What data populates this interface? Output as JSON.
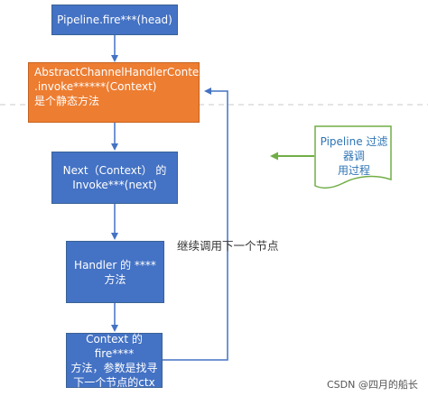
{
  "nodes": {
    "start": {
      "text": "Pipeline.fire***(head)"
    },
    "context": {
      "text": "AbstractChannelHandlerContext\n.invoke******(Context)\n是个静态方法"
    },
    "next": {
      "text": "Next（Context） 的\nInvoke***(next)"
    },
    "handler": {
      "text": "Handler 的 ****\n方法"
    },
    "ctx_fire": {
      "text": "Context 的 fire****\n方法，参数是找寻\n下一个节点的ctx"
    }
  },
  "loop_label": "继续调用下一个节点",
  "note": {
    "text": "Pipeline 过滤器调\n用过程"
  },
  "watermark": "CSDN @四月的船长",
  "colors": {
    "box_blue": "#4472c4",
    "box_orange": "#ed7d31",
    "arrow": "#4472c4",
    "note_border": "#70ad47",
    "note_fill": "#ffffff",
    "note_text": "#2e75b6",
    "note_arrow": "#70ad47"
  }
}
